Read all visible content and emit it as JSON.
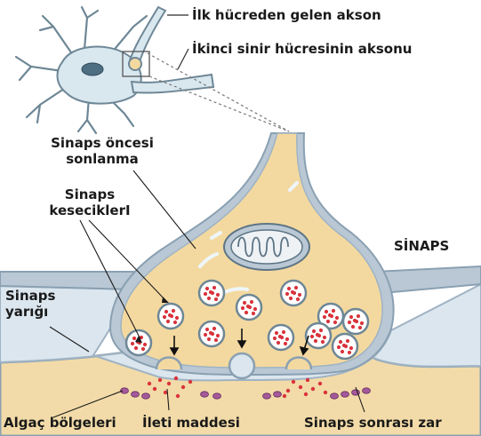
{
  "labels": {
    "first_axon": "İlk hücreden gelen akson",
    "second_axon": "İkinci sinir hücresinin aksonu",
    "presynaptic_1": "Sinaps öncesi",
    "presynaptic_2": "sonlanma",
    "vesicles_1": "Sinaps",
    "vesicles_2": "keseciklerI",
    "synapse": "SİNAPS",
    "cleft_1": "Sinaps",
    "cleft_2": "yarığı",
    "receptors": "Algaç bölgeleri",
    "neurotransmitter": "İleti maddesi",
    "postsynaptic": "Sinaps sonrası zar"
  },
  "colors": {
    "terminal_fill": "#f3d9a0",
    "membrane": "#9fb3c4",
    "cleft": "#dbe6ee",
    "neuron_cell": "#d9e7ef",
    "vesicle_dot": "#d9343c",
    "receptor": "#a45a9a",
    "text": "#1a1a1a"
  }
}
